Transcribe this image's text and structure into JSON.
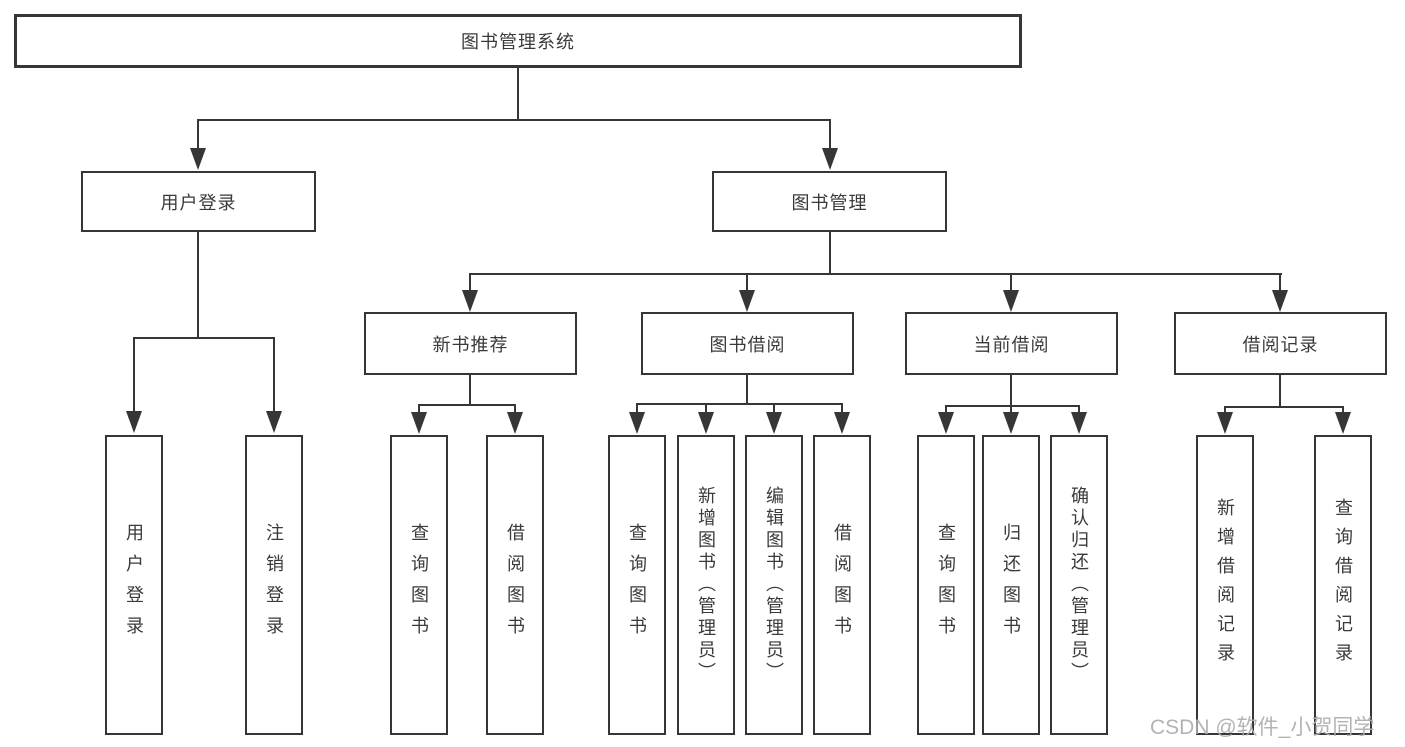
{
  "colors": {
    "line": "#363636",
    "box_border": "#363636",
    "text": "#3a3a3a",
    "background": "#ffffff",
    "watermark": "#afafaf"
  },
  "diagram": {
    "root": {
      "label": "图书管理系统"
    },
    "branches": [
      {
        "label": "用户登录",
        "children": [
          "用户登录",
          "注销登录"
        ]
      },
      {
        "label": "图书管理",
        "sections": [
          {
            "label": "新书推荐",
            "children": [
              "查询图书",
              "借阅图书"
            ]
          },
          {
            "label": "图书借阅",
            "children": [
              "查询图书",
              "新增图书（管理员）",
              "编辑图书（管理员）",
              "借阅图书"
            ]
          },
          {
            "label": "当前借阅",
            "children": [
              "查询图书",
              "归还图书",
              "确认归还（管理员）"
            ]
          },
          {
            "label": "借阅记录",
            "children": [
              "新增借阅记录",
              "查询借阅记录"
            ]
          }
        ]
      }
    ]
  },
  "watermark": {
    "text": "CSDN @软件_小贺同学"
  }
}
